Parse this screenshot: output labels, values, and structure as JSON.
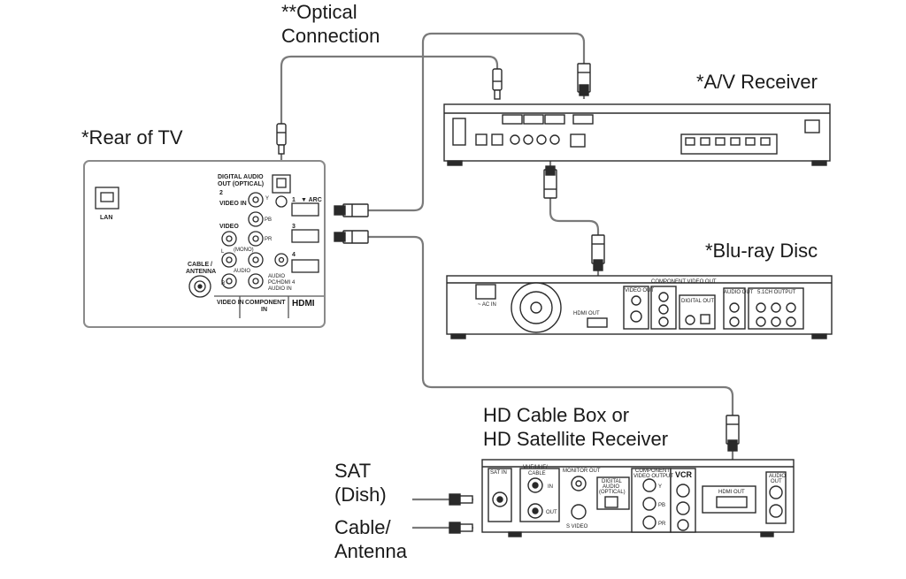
{
  "labels": {
    "optical_connection": "**Optical\nConnection",
    "av_receiver": "*A/V Receiver",
    "rear_of_tv": "*Rear of TV",
    "bluray": "*Blu-ray Disc",
    "cable_box": "HD Cable Box or\nHD Satellite Receiver",
    "sat_dish": "SAT\n(Dish)",
    "cable_antenna": "Cable/\nAntenna"
  },
  "tv_panel": {
    "lan": "LAN",
    "digital_audio_out": "DIGITAL AUDIO",
    "digital_audio_out2": "OUT  (OPTICAL)",
    "video_in_2": "VIDEO IN",
    "video": "VIDEO",
    "cable_antenna": "CABLE /",
    "cable_antenna2": "ANTENNA",
    "video_in_1": "VIDEO IN",
    "component_in": "COMPONENT",
    "component_in2": "IN",
    "audio": "AUDIO",
    "audio_in_pc": "AUDIO",
    "audio_in_pc2": "PC/HDMI 4",
    "audio_in_pc3": "AUDIO IN",
    "hdmi_logo": "HDMI",
    "arc": "▼ ARC",
    "num_1": "1",
    "num_2": "2",
    "num_3": "3",
    "num_4": "4",
    "pb": "PB",
    "pr": "PR",
    "y": "Y",
    "l": "L",
    "r": "R",
    "mono": "(MONO)"
  },
  "bluray_panel": {
    "ac_in": "~ AC IN",
    "hdmi_out": "HDMI OUT",
    "video_out": "VIDEO OUT",
    "component_video_out": "COMPONENT VIDEO OUT",
    "digital_out": "DIGITAL OUT",
    "audio_out": "AUDIO OUT",
    "ch_output": "5.1CH OUTPUT"
  },
  "cablebox_panel": {
    "sat_in": "SAT IN",
    "vhf_uhf_cable": "VHF/UHF/",
    "vhf_uhf_cable2": "CABLE",
    "in": "IN",
    "out": "OUT",
    "monitor_out": "MONITOR OUT",
    "s_video": "S VIDEO",
    "digital_audio": "DIGITAL",
    "digital_audio2": "AUDIO",
    "digital_audio3": "(OPTICAL)",
    "component_video_output": "COMPONENT",
    "component_video_output2": "VIDEO OUTPUT",
    "vcr": "VCR",
    "hdmi_out": "HDMI OUT",
    "audio_out": "AUDIO",
    "audio_out2": "OUT",
    "y": "Y",
    "pb": "PB",
    "pr": "PR"
  },
  "colors": {
    "line": "#2a2a2a",
    "cable": "#7a7a7a",
    "panel_fill": "#ffffff",
    "panel_border": "#7a7a7a"
  }
}
